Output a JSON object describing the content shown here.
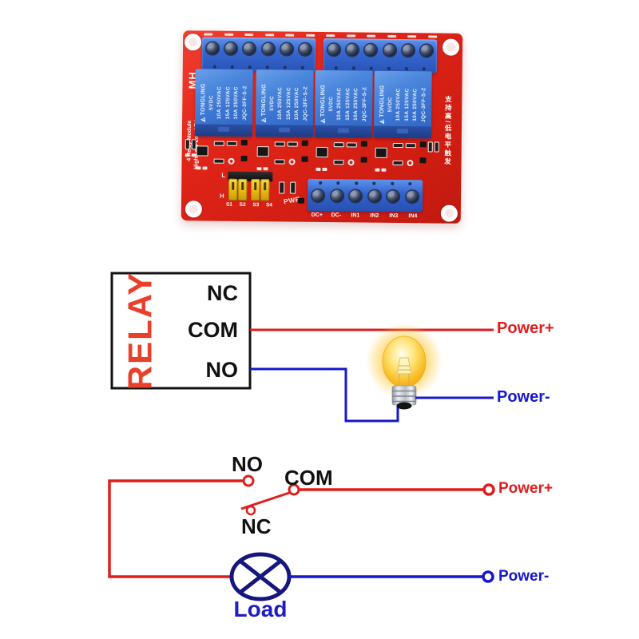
{
  "pcb": {
    "brand": "MH",
    "silkscreen_left": [
      "4 Relay Module",
      "High/Low Level Trigger"
    ],
    "silkscreen_right": "支持高/低电平触发",
    "relay": {
      "count": 4,
      "logo": "◭",
      "brand": "TONGLING",
      "spec_lines": [
        "5VDC",
        "10A 250VAC",
        "15A 125VAC",
        "10A 250VAC",
        "JQC-3FF-S-Z"
      ]
    },
    "jumpers": {
      "labels": [
        "S1",
        "S2",
        "S3",
        "S4"
      ],
      "high": "H",
      "low": "L"
    },
    "pwr_label": "PWR",
    "input_terminal_labels": [
      "DC+",
      "DC-",
      "IN1",
      "IN2",
      "IN3",
      "IN4"
    ],
    "colors": {
      "board_red": "#e02519",
      "relay_blue": "#3e77d0",
      "terminal_blue": "#2c5ec6",
      "jumper_yellow": "#f2cf25"
    }
  },
  "relay_diagram": {
    "box_label": "RELAY",
    "nc": "NC",
    "com": "COM",
    "no": "NO",
    "power_plus": "Power+",
    "power_minus": "Power-"
  },
  "switch_diagram": {
    "no": "NO",
    "com": "COM",
    "nc": "NC",
    "power_plus": "Power+",
    "power_minus": "Power-",
    "load": "Load"
  },
  "colors": {
    "wire_red": "#e01d1d",
    "wire_blue": "#1717cd",
    "load_navy": "#16167e",
    "relay_label_red": "#e8402a",
    "load_text_blue": "#1d1dc4"
  }
}
